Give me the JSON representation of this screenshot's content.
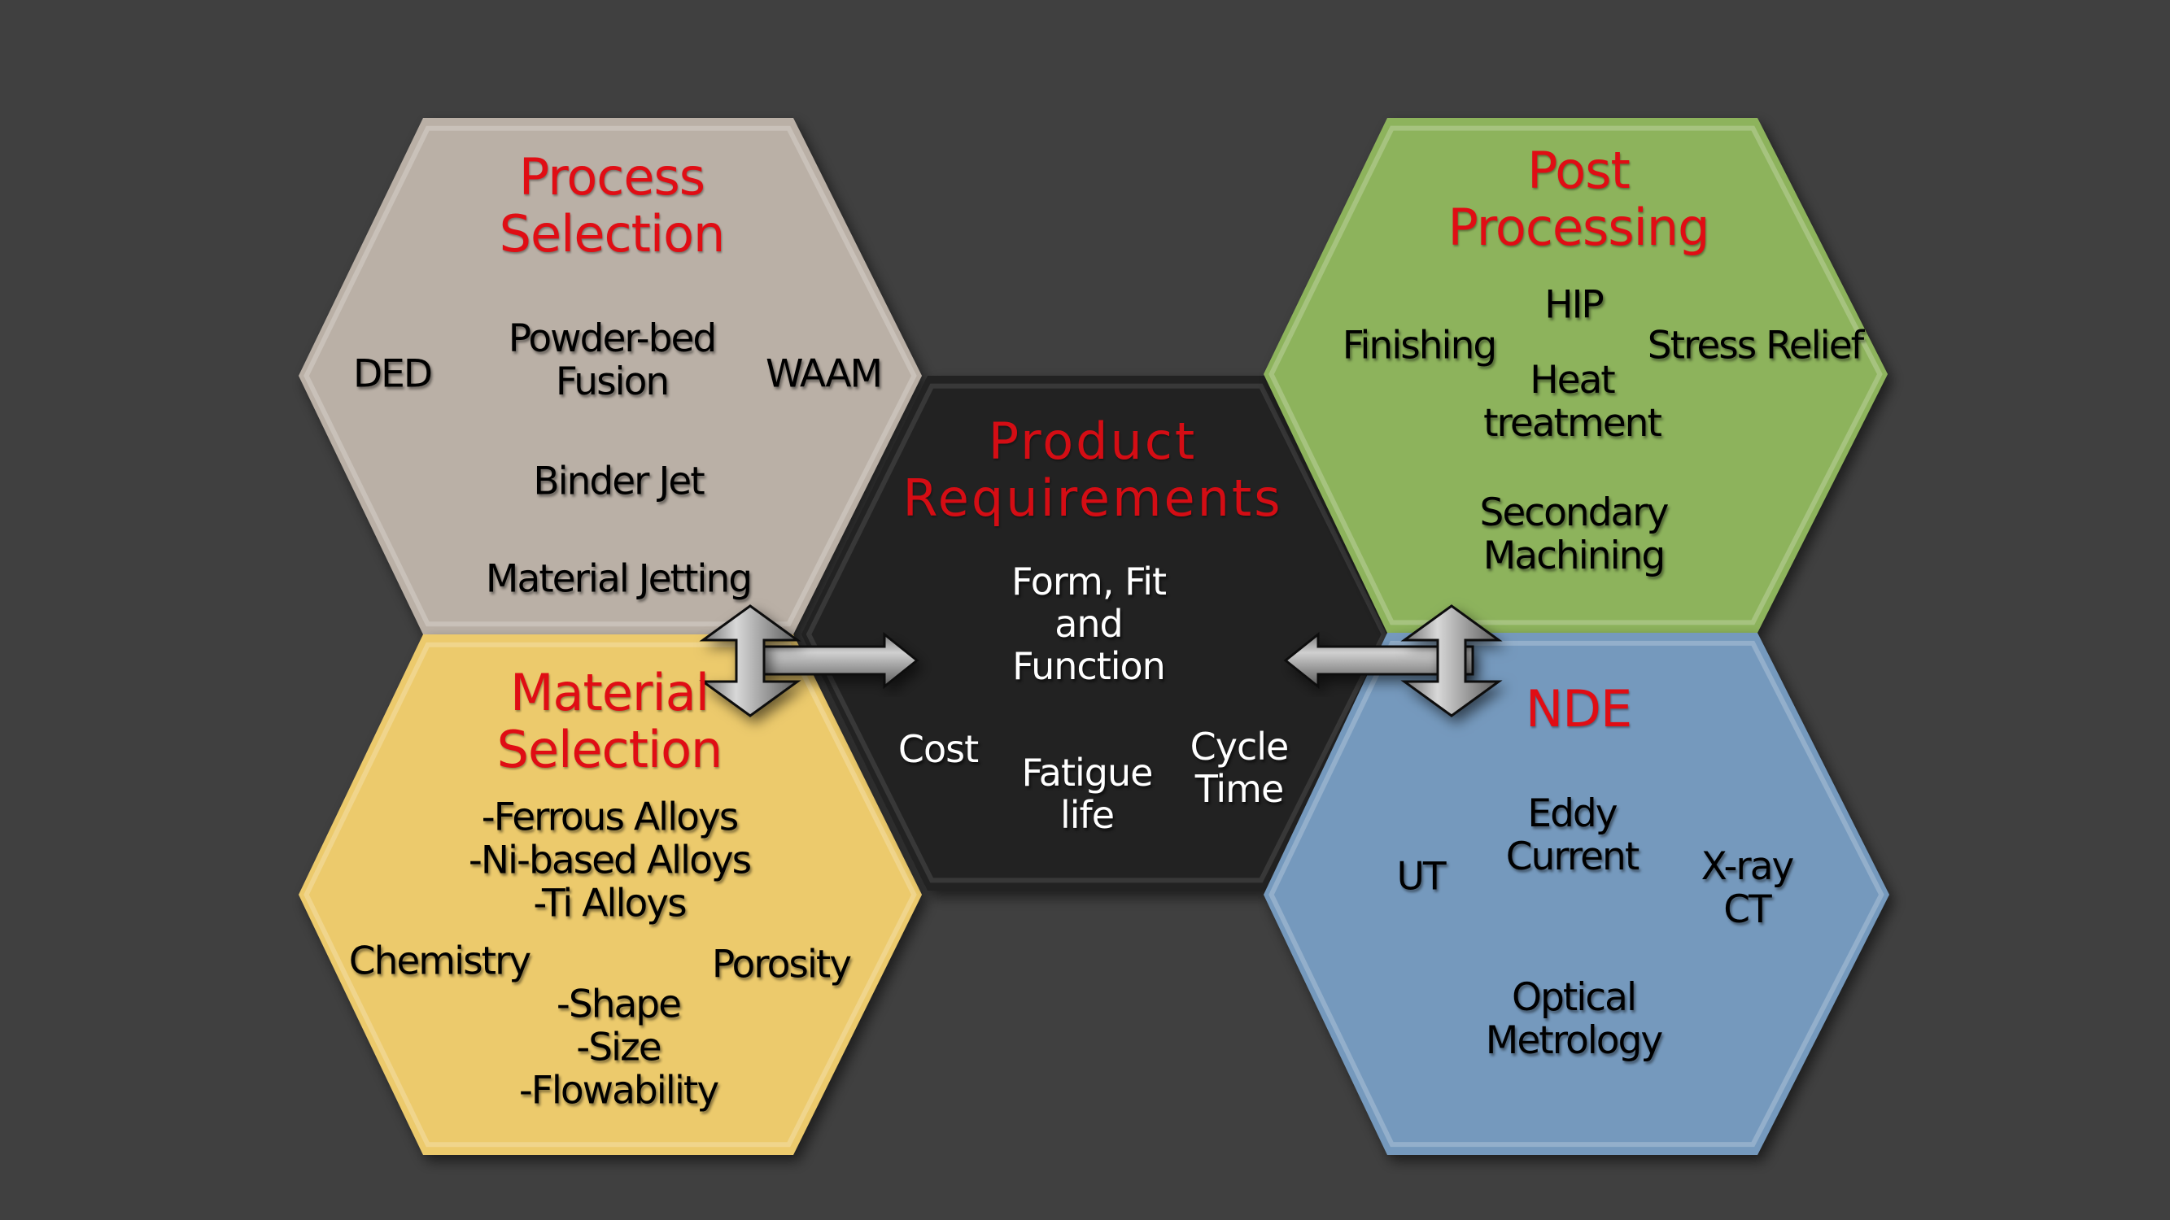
{
  "diagram": {
    "background_color": "#404040",
    "hexagons": [
      {
        "id": "process-selection",
        "title": [
          "Process",
          "Selection"
        ],
        "fill": "#bab0a6",
        "items": [
          {
            "id": "ded",
            "lines": [
              "DED"
            ]
          },
          {
            "id": "powder-bed-fusion",
            "lines": [
              "Powder-bed",
              "Fusion"
            ]
          },
          {
            "id": "waam",
            "lines": [
              "WAAM"
            ]
          },
          {
            "id": "binder-jet",
            "lines": [
              "Binder Jet"
            ]
          },
          {
            "id": "material-jetting",
            "lines": [
              "Material Jetting"
            ]
          }
        ]
      },
      {
        "id": "material-selection",
        "title": [
          "Material",
          "Selection"
        ],
        "fill": "#ecca6c",
        "items": [
          {
            "id": "alloys",
            "lines": [
              "-Ferrous Alloys",
              "-Ni-based Alloys",
              "-Ti Alloys"
            ]
          },
          {
            "id": "chemistry",
            "lines": [
              "Chemistry"
            ]
          },
          {
            "id": "porosity",
            "lines": [
              "Porosity"
            ]
          },
          {
            "id": "powder-properties",
            "lines": [
              "-Shape",
              "-Size",
              "-Flowability"
            ]
          }
        ]
      },
      {
        "id": "product-requirements",
        "title": [
          "Product",
          "Requirements"
        ],
        "fill": "#212121",
        "items": [
          {
            "id": "form-fit-function",
            "lines": [
              "Form, Fit",
              "and",
              "Function"
            ]
          },
          {
            "id": "cost",
            "lines": [
              "Cost"
            ]
          },
          {
            "id": "fatigue-life",
            "lines": [
              "Fatigue",
              "life"
            ]
          },
          {
            "id": "cycle-time",
            "lines": [
              "Cycle",
              "Time"
            ]
          }
        ]
      },
      {
        "id": "post-processing",
        "title": [
          "Post",
          "Processing"
        ],
        "fill": "#8db35b",
        "items": [
          {
            "id": "finishing",
            "lines": [
              "Finishing"
            ]
          },
          {
            "id": "hip",
            "lines": [
              "HIP"
            ]
          },
          {
            "id": "stress-relief",
            "lines": [
              "Stress Relief"
            ]
          },
          {
            "id": "heat-treatment",
            "lines": [
              "Heat",
              "treatment"
            ]
          },
          {
            "id": "secondary-machining",
            "lines": [
              "Secondary",
              "Machining"
            ]
          }
        ]
      },
      {
        "id": "nde",
        "title": [
          "NDE"
        ],
        "fill": "#7499bd",
        "items": [
          {
            "id": "ut",
            "lines": [
              "UT"
            ]
          },
          {
            "id": "eddy-current",
            "lines": [
              "Eddy",
              "Current"
            ]
          },
          {
            "id": "xray-ct",
            "lines": [
              "X-ray",
              "CT"
            ]
          },
          {
            "id": "optical-metrology",
            "lines": [
              "Optical",
              "Metrology"
            ]
          }
        ]
      }
    ],
    "connectors": [
      {
        "id": "left-connector",
        "from": [
          "process-selection",
          "material-selection"
        ],
        "to": "product-requirements",
        "icon": "double-arrow-up-down-with-right-arrow"
      },
      {
        "id": "right-connector",
        "from": [
          "post-processing",
          "nde"
        ],
        "to": "product-requirements",
        "icon": "double-arrow-up-down-with-left-arrow"
      }
    ],
    "title_color": "#e00d14"
  }
}
